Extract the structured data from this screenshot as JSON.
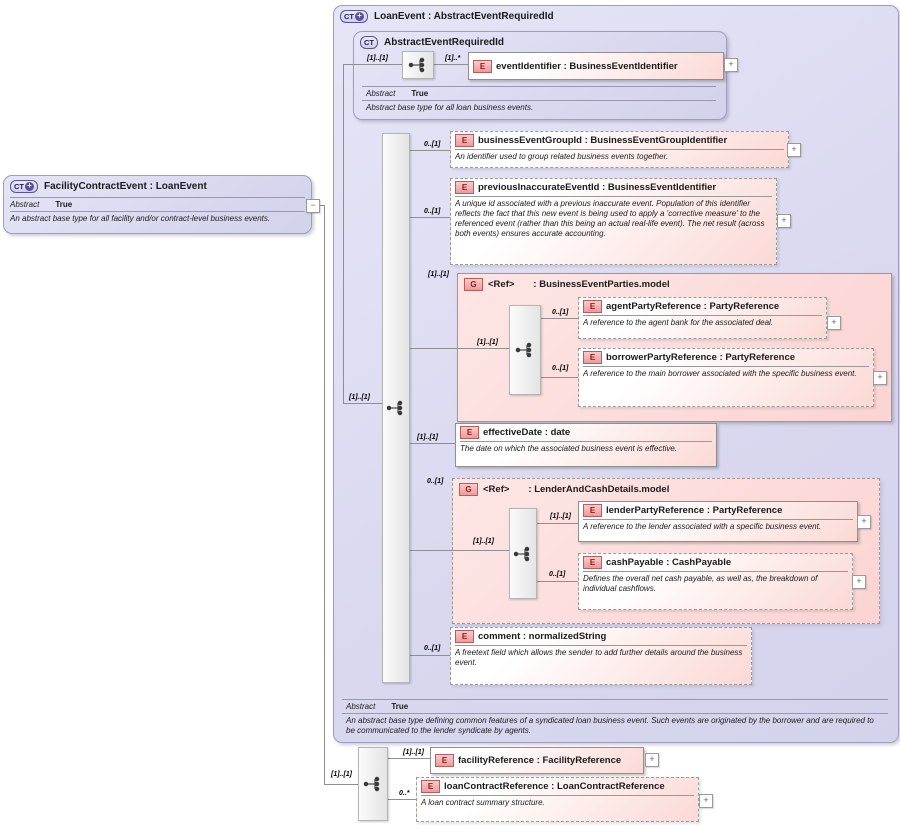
{
  "icons": {
    "ct": "CT",
    "element": "E",
    "group": "G",
    "plus": "+",
    "minus": "−",
    "ct_plus": "+"
  },
  "colors": {
    "type_fill": "#dcdbf0",
    "element_pink": "#fbd9d5",
    "group_fill": "#fbd4d3",
    "icon_red_border": "#b85c5c",
    "ct_purple": "#5a4f9d",
    "line_gray": "#8f8f8f"
  },
  "facility_contract_event": {
    "title": "FacilityContractEvent : LoanEvent",
    "abstract_label": "Abstract",
    "abstract_value": "True",
    "description": "An abstract base type for all facility and/or contract-level business events."
  },
  "loan_event": {
    "title": "LoanEvent : AbstractEventRequiredId",
    "content_cardinality": "[1]..[1]",
    "abstract_label": "Abstract",
    "abstract_value": "True",
    "description": "An abstract base type defining common features of a syndicated loan business event. Such events are originated by the borrower and are required to be communicated to the lender syndicate by agents."
  },
  "abstract_event_required_id": {
    "title": "AbstractEventRequiredId",
    "sequence_cardinality": "[1]..[1]",
    "abstract_label": "Abstract",
    "abstract_value": "True",
    "description": "Abstract base type for all loan business events.",
    "event_identifier": {
      "cardinality": "[1]..*",
      "title": "eventIdentifier : BusinessEventIdentifier"
    }
  },
  "children": {
    "business_event_group_id": {
      "cardinality": "0..[1]",
      "title": "businessEventGroupId : BusinessEventGroupIdentifier",
      "description": "An identifier used to group related business events together."
    },
    "previous_inaccurate_event_id": {
      "cardinality": "0..[1]",
      "title": "previousInaccurateEventId : BusinessEventIdentifier",
      "description": "A unique id associated with a previous inaccurate event. Population of this identifier reflects the fact that this new event is being used to apply a 'corrective measure' to the referenced event (rather than this being an actual real-life event). The net result (across both events) ensures accurate accounting."
    },
    "business_event_parties": {
      "cardinality": "[1]..[1]",
      "ref_label": "<Ref>",
      "type_label": ": BusinessEventParties.model",
      "sequence_cardinality": "[1]..[1]",
      "agent_party_reference": {
        "cardinality": "0..[1]",
        "title": "agentPartyReference : PartyReference",
        "description": "A reference to the agent bank for the associated deal."
      },
      "borrower_party_reference": {
        "cardinality": "0..[1]",
        "title": "borrowerPartyReference : PartyReference",
        "description": "A reference to the main borrower associated with the specific business event."
      }
    },
    "effective_date": {
      "cardinality": "[1]..[1]",
      "title": "effectiveDate : date",
      "description": "The date on which the associated business event is effective."
    },
    "lender_and_cash_details": {
      "cardinality": "0..[1]",
      "ref_label": "<Ref>",
      "type_label": ": LenderAndCashDetails.model",
      "sequence_cardinality": "[1]..[1]",
      "lender_party_reference": {
        "cardinality": "[1]..[1]",
        "title": "lenderPartyReference : PartyReference",
        "description": "A reference to the lender associated with a specific business event."
      },
      "cash_payable": {
        "cardinality": "0..[1]",
        "title": "cashPayable : CashPayable",
        "description": "Defines the overall net cash payable, as well as, the breakdown of individual cashflows."
      }
    },
    "comment": {
      "cardinality": "0..[1]",
      "title": "comment : normalizedString",
      "description": "A freetext field which allows the sender to add further details around the business event."
    }
  },
  "facility_children": {
    "sequence_cardinality": "[1]..[1]",
    "facility_reference": {
      "cardinality": "[1]..[1]",
      "title": "facilityReference : FacilityReference"
    },
    "loan_contract_reference": {
      "cardinality": "0..*",
      "title": "loanContractReference : LoanContractReference",
      "description": "A loan contract summary structure."
    }
  }
}
